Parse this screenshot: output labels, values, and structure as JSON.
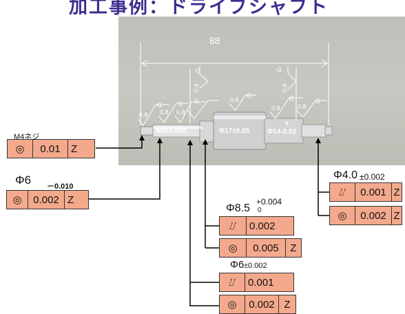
{
  "title": "加工事例：ドライブシャフト",
  "photo": {
    "length_dim": "88",
    "roughness": [
      "0.8",
      "0.8",
      "0.8",
      "0.4",
      "0.8",
      "0.8",
      "0.8",
      "0.4"
    ],
    "roughness_letter": "G",
    "dia_labels": [
      "Φ6±0.002",
      "Φ17±0.05",
      "Φ14-0.02",
      "0"
    ]
  },
  "callouts": {
    "m4": {
      "label": "M4ネジ",
      "symbol": "◎",
      "tol": "0.01",
      "datum": "Z"
    },
    "phi6_left": {
      "label": "Φ6",
      "sub": "－0.010",
      "symbol": "◎",
      "tol": "0.002",
      "datum": "Z"
    },
    "phi40": {
      "label": "Φ4.0",
      "sub": "±0.002",
      "runout": {
        "symbol": "⌰",
        "tol": "0.001",
        "datum": "Z"
      },
      "conc": {
        "symbol": "◎",
        "tol": "0.002",
        "datum": "Z"
      }
    },
    "phi85": {
      "label": "Φ8.5",
      "sup": "+0.004",
      "sub": "0",
      "runout": {
        "symbol": "⌰",
        "tol": "0.002"
      },
      "conc": {
        "symbol": "◎",
        "tol": "0.005",
        "datum": "Z"
      }
    },
    "phi6_mid": {
      "label": "Φ6",
      "sub": "±0.002",
      "runout": {
        "symbol": "⌰",
        "tol": "0.001"
      },
      "conc": {
        "symbol": "◎",
        "tol": "0.002",
        "datum": "Z"
      }
    }
  }
}
